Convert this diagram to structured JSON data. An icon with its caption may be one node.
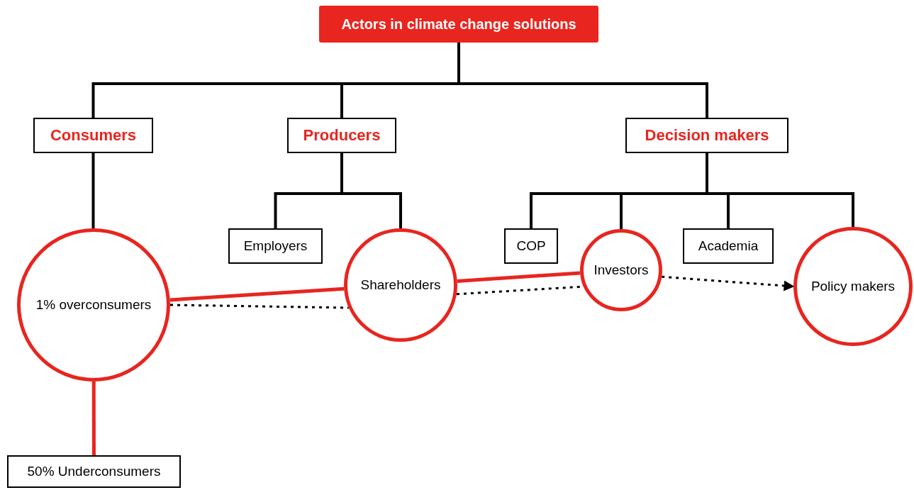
{
  "diagram": {
    "nodes": [
      {
        "text": [
          "Actors in climate change solutions"
        ]
      },
      {
        "text": [
          "Consumers"
        ]
      },
      {
        "text": [
          "Producers"
        ]
      },
      {
        "text": [
          "Decision makers"
        ]
      },
      {
        "text": [
          "1% overconsumers"
        ]
      },
      {
        "text": [
          "Employers"
        ]
      },
      {
        "text": [
          "Shareholders"
        ]
      },
      {
        "text": [
          "COP"
        ]
      },
      {
        "text": [
          "Investors"
        ]
      },
      {
        "text": [
          "Academia"
        ]
      },
      {
        "text": [
          "Policy makers"
        ]
      },
      {
        "text": [
          "50% Underconsumers"
        ]
      }
    ],
    "edges": [
      {
        "from": 0,
        "to": 1,
        "arrow": "none"
      },
      {
        "from": 0,
        "to": 2,
        "arrow": "none"
      },
      {
        "from": 0,
        "to": 3,
        "arrow": "none"
      },
      {
        "from": 1,
        "to": 4,
        "arrow": "none"
      },
      {
        "from": 2,
        "to": 5,
        "arrow": "none"
      },
      {
        "from": 2,
        "to": 6,
        "arrow": "none"
      },
      {
        "from": 3,
        "to": 7,
        "arrow": "none"
      },
      {
        "from": 3,
        "to": 8,
        "arrow": "none"
      },
      {
        "from": 3,
        "to": 9,
        "arrow": "none"
      },
      {
        "from": 3,
        "to": 10,
        "arrow": "none"
      },
      {
        "from": 4,
        "to": 6,
        "arrow": "none",
        "color": "#e8251f"
      },
      {
        "from": 6,
        "to": 8,
        "arrow": "none",
        "color": "#e8251f"
      },
      {
        "from": 4,
        "to": 6,
        "arrow": "none",
        "style": "dashed"
      },
      {
        "from": 6,
        "to": 8,
        "arrow": "none",
        "style": "dashed"
      },
      {
        "from": 8,
        "to": 10,
        "arrow": "to",
        "style": "dashed"
      },
      {
        "from": 4,
        "to": 11,
        "arrow": "none",
        "color": "#e8251f"
      }
    ]
  }
}
